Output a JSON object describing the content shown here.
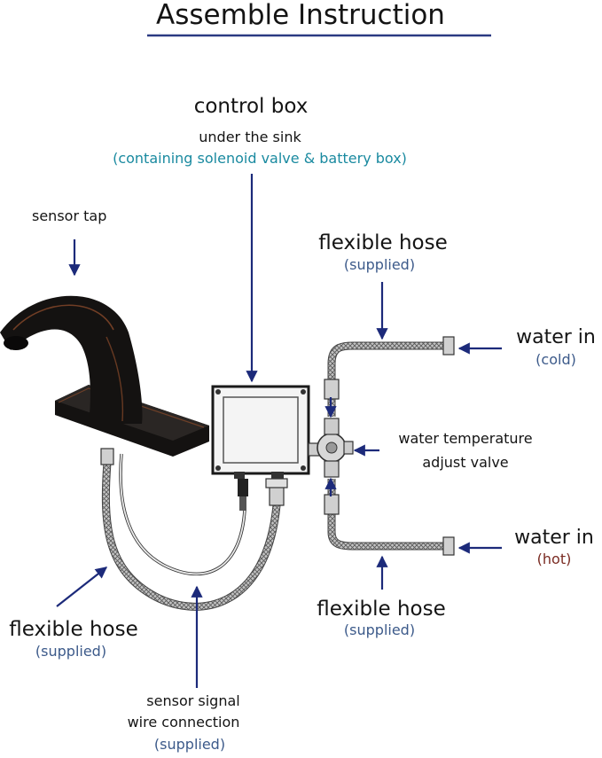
{
  "title": "Assemble  Instruction",
  "control_box": {
    "label": "control  box",
    "location": "under the sink",
    "note": "(containing solenoid valve & battery box)"
  },
  "sensor_tap": {
    "label": "sensor tap"
  },
  "hose_top": {
    "label": "flexible hose",
    "note": "(supplied)"
  },
  "water_cold": {
    "label": "water in",
    "note": "(cold)"
  },
  "valve": {
    "line1": "water temperature",
    "line2": "adjust valve"
  },
  "water_hot": {
    "label": "water in",
    "note": "(hot)"
  },
  "hose_bottom": {
    "label": "flexible hose",
    "note": "(supplied)"
  },
  "hose_left": {
    "label": "flexible hose",
    "note": "(supplied)"
  },
  "signal_wire": {
    "line1": "sensor signal",
    "line2": "wire connection",
    "note": "(supplied)"
  },
  "colors": {
    "arrow": "#1c2a7a",
    "title_rule": "#2b3a82",
    "teal_note": "#1a8aa0",
    "supplied_note": "#3c5a8a",
    "hot_note": "#7a2b22",
    "faucet": "#141211",
    "highlight": "#8a4a2a"
  }
}
